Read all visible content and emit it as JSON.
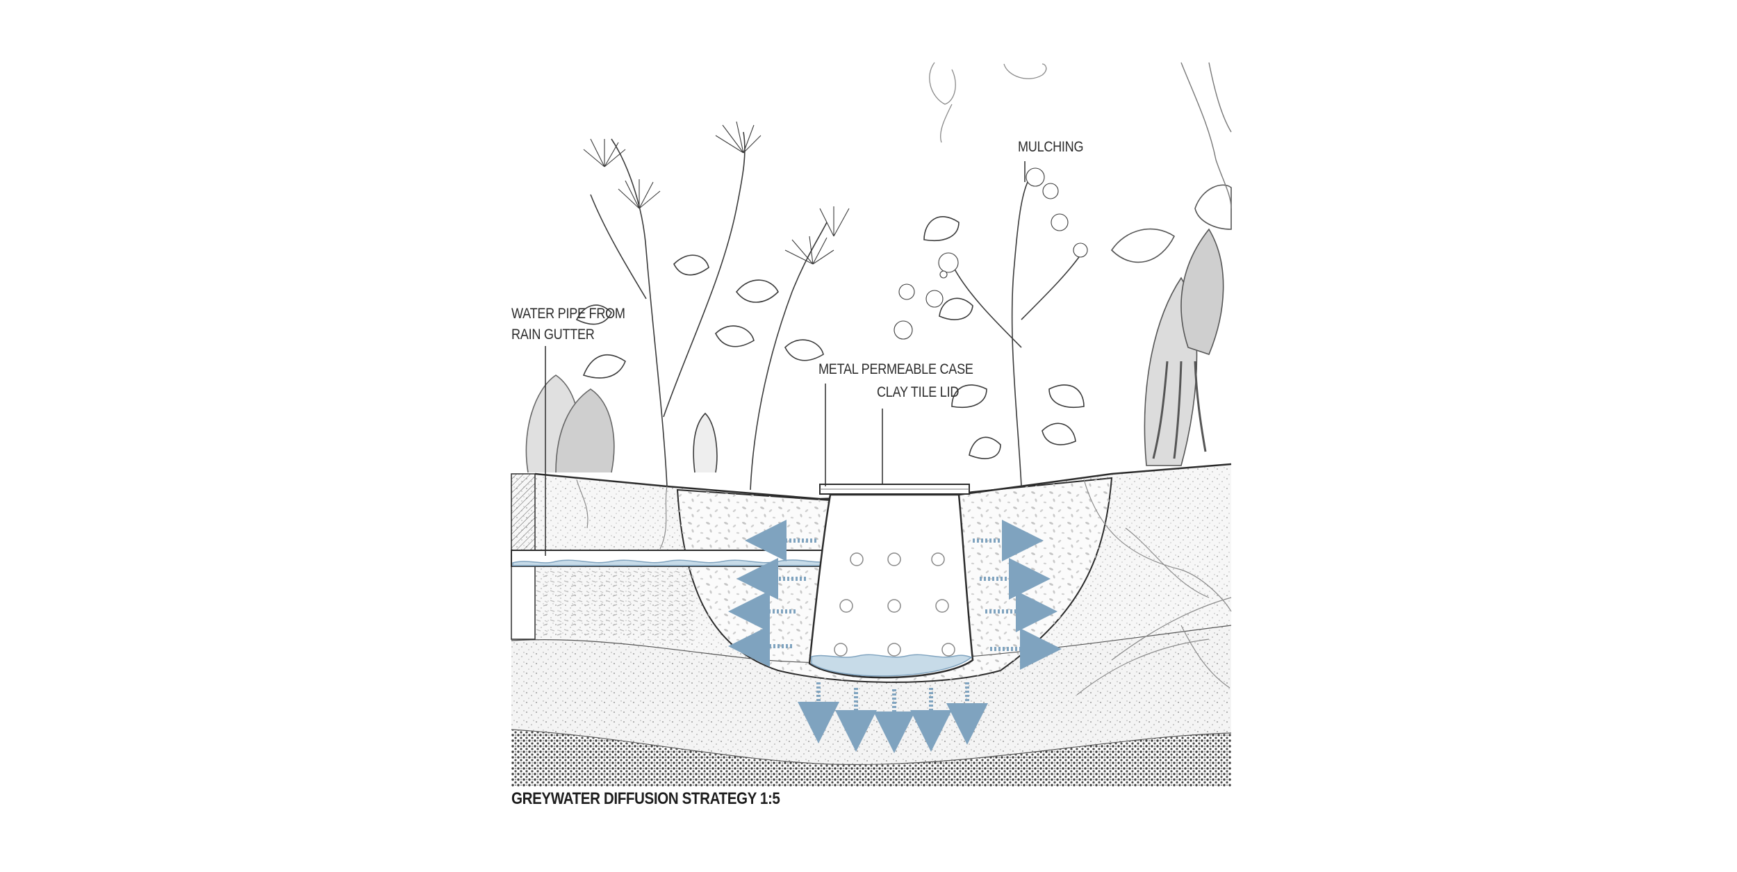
{
  "labels": {
    "water_pipe_line1": "WATER PIPE FROM",
    "water_pipe_line2": "RAIN GUTTER",
    "metal_case": "METAL PERMEABLE CASE",
    "clay_lid": "CLAY TILE LID",
    "mulching": "MULCHING"
  },
  "caption": "GREYWATER DIFFUSION STRATEGY 1:5",
  "colors": {
    "water": "#7fa3bf",
    "water_fill": "#c7dbe8",
    "ink": "#2b2b2b",
    "stipple": "#9a9a9a",
    "dark_gravel": "#3a3a3a"
  }
}
